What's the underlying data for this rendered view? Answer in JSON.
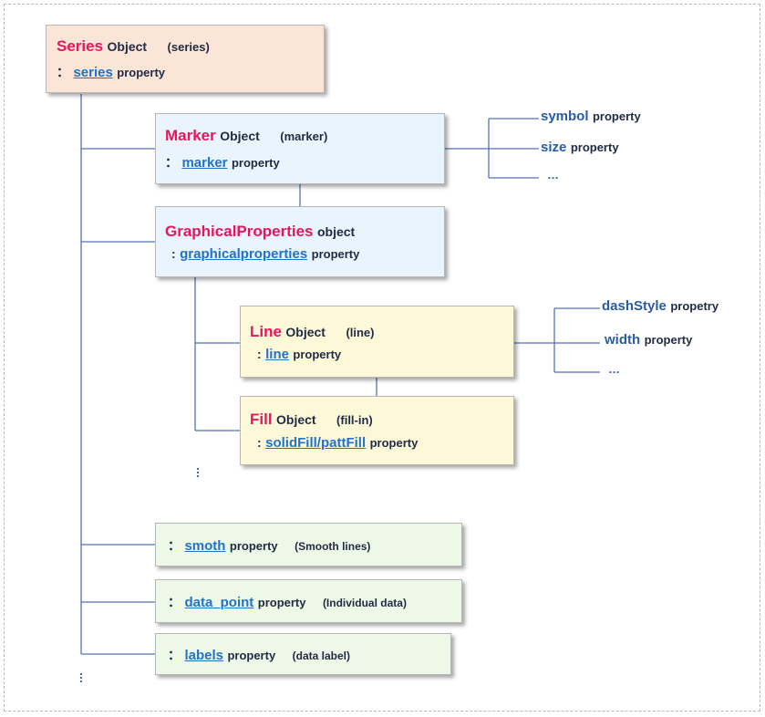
{
  "colors": {
    "object_name": "#e8155d",
    "link": "#1f73c9",
    "side_property": "#2a5ba6",
    "connector": "#4f74b8",
    "series_fill": "#fbe5d6",
    "blue_fill": "#e9f4fc",
    "yellow_fill": "#fdf9d8",
    "green_fill": "#eef8e6"
  },
  "series": {
    "name": "Series",
    "object_word": "Object",
    "paren": "(series)",
    "colon": "：",
    "link": "series",
    "property_word": "property"
  },
  "marker": {
    "name": "Marker",
    "object_word": "Object",
    "paren": "(marker)",
    "colon": "：",
    "link": "marker",
    "property_word": "property",
    "children": [
      {
        "name": "symbol",
        "word": "property"
      },
      {
        "name": "size",
        "word": "property"
      }
    ],
    "more": "…"
  },
  "graphical": {
    "name": "GraphicalProperties",
    "object_word": "object",
    "colon": ":",
    "link": "graphicalproperties",
    "property_word": "property"
  },
  "line": {
    "name": "Line",
    "object_word": "Object",
    "paren": "(line)",
    "colon": ":",
    "link": "line",
    "property_word": "property",
    "children": [
      {
        "name": "dashStyle",
        "word": "propetry"
      },
      {
        "name": "width",
        "word": "property"
      }
    ],
    "more": "…"
  },
  "fill": {
    "name": "Fill",
    "object_word": "Object",
    "paren": "(fill-in)",
    "colon": ":",
    "link": "solidFill/pattFill",
    "property_word": "property"
  },
  "smooth": {
    "colon": "：",
    "link": "smoth",
    "property_word": "property",
    "paren": "(Smooth lines)"
  },
  "data_point": {
    "colon": "：",
    "link": "data_point",
    "property_word": "property",
    "paren": "(Individual data)"
  },
  "labels": {
    "colon": "：",
    "link": "labels",
    "property_word": "property",
    "paren": "(data label)"
  }
}
